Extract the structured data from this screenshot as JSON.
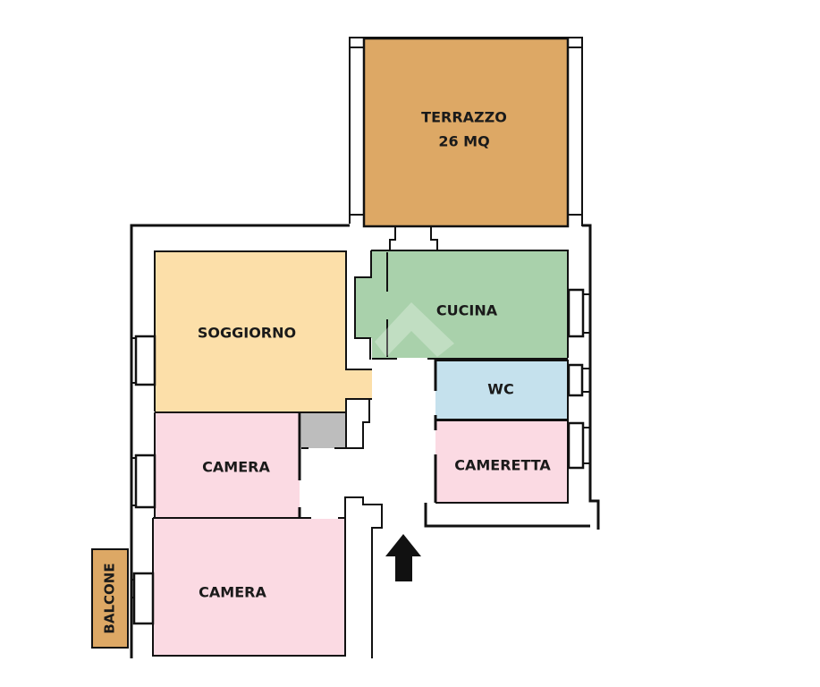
{
  "floorplan": {
    "entrance_icon": "arrow-up-icon",
    "watermark_icon": "house-logo-icon",
    "rooms": {
      "terrazzo": {
        "name": "TERRAZZO",
        "area": "26 MQ",
        "color": "#DDA865"
      },
      "soggiorno": {
        "name": "SOGGIORNO",
        "color": "#FCDFA9"
      },
      "cucina": {
        "name": "CUCINA",
        "color": "#A9D1AB"
      },
      "wc": {
        "name": "WC",
        "color": "#C5E1ED"
      },
      "cameretta": {
        "name": "CAMERETTA",
        "color": "#FBDAE3"
      },
      "camera_1": {
        "name": "CAMERA",
        "color": "#FBDAE3"
      },
      "camera_2": {
        "name": "CAMERA",
        "color": "#FBDAE3"
      },
      "ripostiglio": {
        "name": "",
        "color": "#BDBDBD"
      },
      "balcone": {
        "name": "BALCONE",
        "color": "#DDA865"
      }
    },
    "colors": {
      "wall": "#111111",
      "background": "#FFFFFF",
      "arrow": "#111111"
    }
  }
}
